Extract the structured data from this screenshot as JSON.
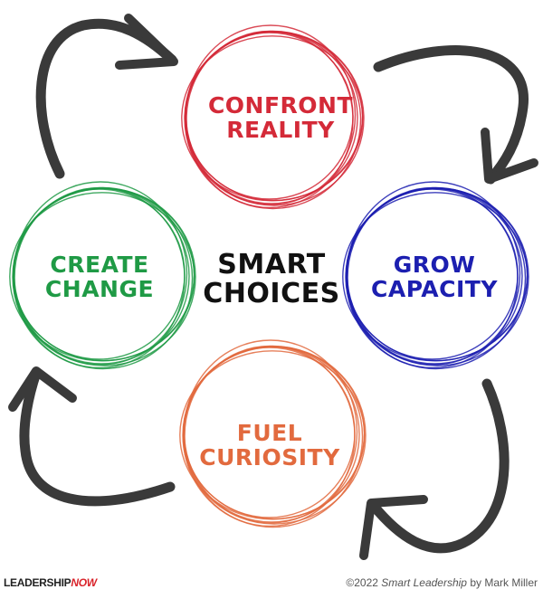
{
  "diagram": {
    "center": {
      "line1": "SMART",
      "line2": "CHOICES",
      "color": "#111111"
    },
    "nodes": [
      {
        "id": "confront",
        "line1": "CONFRONT",
        "line2": "REALITY",
        "color": "#d42a38"
      },
      {
        "id": "grow",
        "line1": "GROW",
        "line2": "CAPACITY",
        "color": "#1c1fb0"
      },
      {
        "id": "fuel",
        "line1": "FUEL",
        "line2": "CURIOSITY",
        "color": "#e26a3e"
      },
      {
        "id": "create",
        "line1": "CREATE",
        "line2": "CHANGE",
        "color": "#1f9a45"
      }
    ],
    "arrow_color": "#3a3a3a"
  },
  "footer": {
    "logo_main": "LEADERSHIP",
    "logo_accent": "NOW",
    "credit_prefix": "©2022 ",
    "credit_title": "Smart Leadership",
    "credit_suffix": " by Mark Miller"
  }
}
